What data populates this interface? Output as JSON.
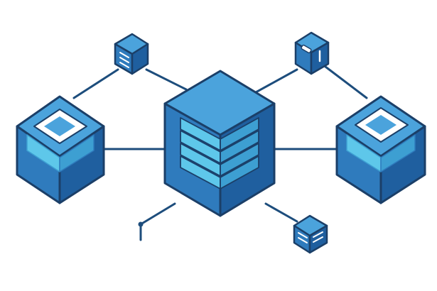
{
  "diagram": {
    "description_visible_text": "",
    "colors": {
      "background": "#ffffff",
      "outline": "#1b3f68",
      "connector": "#1d4d7c",
      "top_face": "#4ba3dc",
      "left_face": "#2f7bbd",
      "right_face": "#1f5f9f",
      "highlight": "#5ec7ea",
      "highlight_dark": "#3d9fd2",
      "slot": "#ffffff"
    },
    "nodes": [
      {
        "id": "central-server",
        "kind": "large-cube-with-stacked-layers"
      },
      {
        "id": "left-storage",
        "kind": "medium-cube-with-square-window"
      },
      {
        "id": "right-storage",
        "kind": "medium-cube-with-square-window"
      },
      {
        "id": "top-left-server",
        "kind": "small-cube-with-rack-lines"
      },
      {
        "id": "top-right-device",
        "kind": "small-cube-with-slot"
      },
      {
        "id": "bottom-right-server",
        "kind": "small-cube-with-rack-lines"
      }
    ]
  }
}
